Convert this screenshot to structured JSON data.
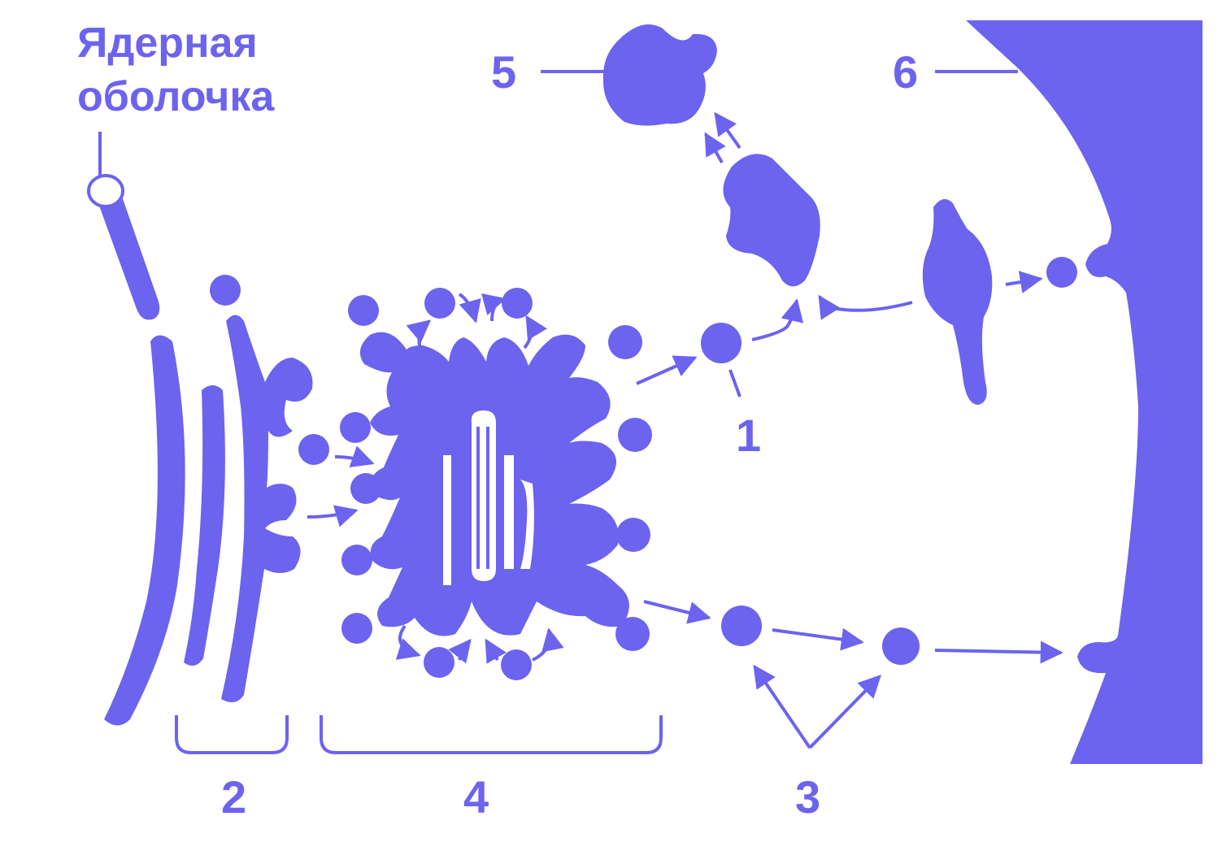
{
  "colors": {
    "accent": "#6c63ef",
    "background": "#ffffff"
  },
  "title": {
    "line1": "Ядерная",
    "line2": "оболочка"
  },
  "labels": {
    "l1": "1",
    "l2": "2",
    "l3": "3",
    "l4": "4",
    "l5": "5",
    "l6": "6"
  }
}
